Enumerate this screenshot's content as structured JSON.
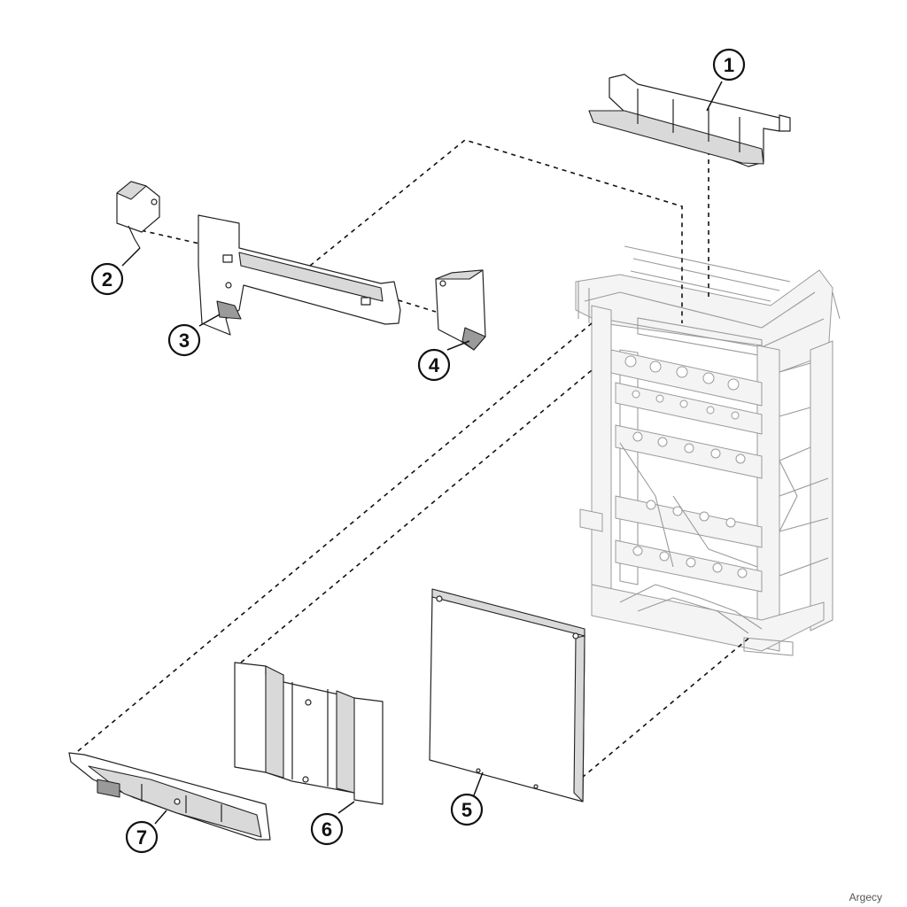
{
  "callouts": [
    {
      "id": "1",
      "label": "1"
    },
    {
      "id": "2",
      "label": "2"
    },
    {
      "id": "3",
      "label": "3"
    },
    {
      "id": "4",
      "label": "4"
    },
    {
      "id": "5",
      "label": "5"
    },
    {
      "id": "6",
      "label": "6"
    },
    {
      "id": "7",
      "label": "7"
    }
  ],
  "watermark": "Argecy"
}
